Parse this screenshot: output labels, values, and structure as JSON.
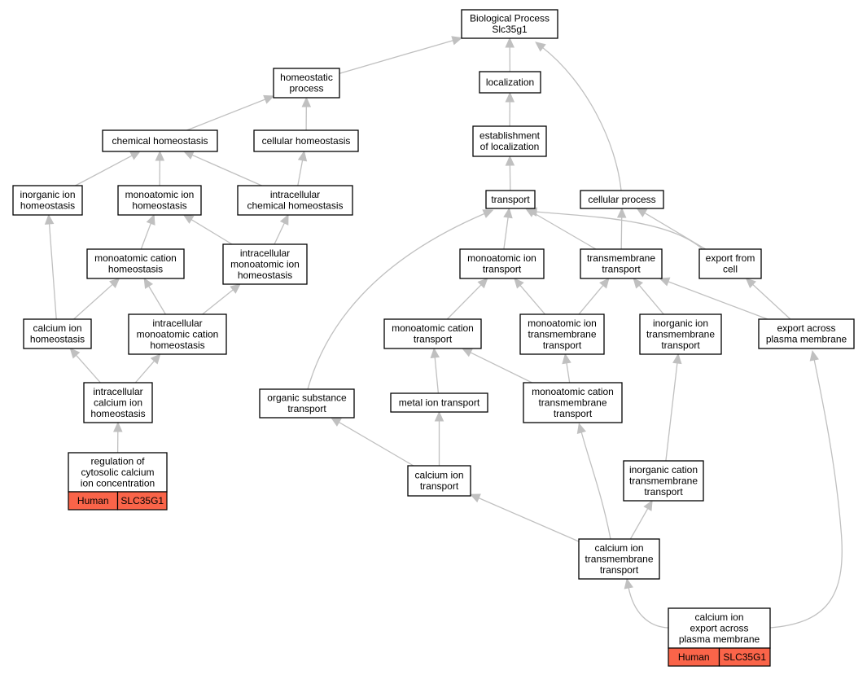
{
  "colors": {
    "edge": "#c0c0c0",
    "node_border": "#000000",
    "node_fill": "#ffffff",
    "annotation_fill": "#fa6449"
  },
  "nodes": [
    {
      "id": "biological-process",
      "lines": [
        "Biological Process",
        "Slc35g1"
      ]
    },
    {
      "id": "localization",
      "lines": [
        "localization"
      ]
    },
    {
      "id": "homeostatic-process",
      "lines": [
        "homeostatic",
        "process"
      ]
    },
    {
      "id": "establishment-of-localization",
      "lines": [
        "establishment",
        "of localization"
      ]
    },
    {
      "id": "chemical-homeostasis",
      "lines": [
        "chemical homeostasis"
      ]
    },
    {
      "id": "cellular-homeostasis",
      "lines": [
        "cellular homeostasis"
      ]
    },
    {
      "id": "inorganic-ion-homeostasis",
      "lines": [
        "inorganic ion",
        "homeostasis"
      ]
    },
    {
      "id": "monoatomic-ion-homeostasis",
      "lines": [
        "monoatomic ion",
        "homeostasis"
      ]
    },
    {
      "id": "intracellular-chemical-homeostasis",
      "lines": [
        "intracellular",
        "chemical homeostasis"
      ]
    },
    {
      "id": "transport",
      "lines": [
        "transport"
      ]
    },
    {
      "id": "cellular-process",
      "lines": [
        "cellular process"
      ]
    },
    {
      "id": "monoatomic-cation-homeostasis",
      "lines": [
        "monoatomic cation",
        "homeostasis"
      ]
    },
    {
      "id": "intracellular-monoatomic-ion-homeostasis",
      "lines": [
        "intracellular",
        "monoatomic ion",
        "homeostasis"
      ]
    },
    {
      "id": "monoatomic-ion-transport",
      "lines": [
        "monoatomic ion",
        "transport"
      ]
    },
    {
      "id": "transmembrane-transport",
      "lines": [
        "transmembrane",
        "transport"
      ]
    },
    {
      "id": "export-from-cell",
      "lines": [
        "export from",
        "cell"
      ]
    },
    {
      "id": "calcium-ion-homeostasis",
      "lines": [
        "calcium ion",
        "homeostasis"
      ]
    },
    {
      "id": "intracellular-monoatomic-cation-homeostasis",
      "lines": [
        "intracellular",
        "monoatomic cation",
        "homeostasis"
      ]
    },
    {
      "id": "monoatomic-cation-transport",
      "lines": [
        "monoatomic cation",
        "transport"
      ]
    },
    {
      "id": "monoatomic-ion-transmembrane-transport",
      "lines": [
        "monoatomic ion",
        "transmembrane",
        "transport"
      ]
    },
    {
      "id": "inorganic-ion-transmembrane-transport",
      "lines": [
        "inorganic ion",
        "transmembrane",
        "transport"
      ]
    },
    {
      "id": "export-across-plasma-membrane",
      "lines": [
        "export across",
        "plasma membrane"
      ]
    },
    {
      "id": "intracellular-calcium-ion-homeostasis",
      "lines": [
        "intracellular",
        "calcium ion",
        "homeostasis"
      ]
    },
    {
      "id": "organic-substance-transport",
      "lines": [
        "organic substance",
        "transport"
      ]
    },
    {
      "id": "metal-ion-transport",
      "lines": [
        "metal ion transport"
      ]
    },
    {
      "id": "monoatomic-cation-transmembrane-transport",
      "lines": [
        "monoatomic cation",
        "transmembrane",
        "transport"
      ]
    },
    {
      "id": "regulation-of-cytosolic-calcium-ion-concentration",
      "lines": [
        "regulation of",
        "cytosolic calcium",
        "ion concentration"
      ],
      "tags": [
        "Human",
        "SLC35G1"
      ]
    },
    {
      "id": "calcium-ion-transport",
      "lines": [
        "calcium ion",
        "transport"
      ]
    },
    {
      "id": "inorganic-cation-transmembrane-transport",
      "lines": [
        "inorganic cation",
        "transmembrane",
        "transport"
      ]
    },
    {
      "id": "calcium-ion-transmembrane-transport",
      "lines": [
        "calcium ion",
        "transmembrane",
        "transport"
      ]
    },
    {
      "id": "calcium-ion-export-across-plasma-membrane",
      "lines": [
        "calcium ion",
        "export across",
        "plasma membrane"
      ],
      "tags": [
        "Human",
        "SLC35G1"
      ]
    }
  ],
  "edges": [
    {
      "from": "homeostatic-process",
      "to": "biological-process"
    },
    {
      "from": "localization",
      "to": "biological-process"
    },
    {
      "from": "cellular-process",
      "to": "biological-process"
    },
    {
      "from": "establishment-of-localization",
      "to": "localization"
    },
    {
      "from": "transport",
      "to": "establishment-of-localization"
    },
    {
      "from": "chemical-homeostasis",
      "to": "homeostatic-process"
    },
    {
      "from": "cellular-homeostasis",
      "to": "homeostatic-process"
    },
    {
      "from": "inorganic-ion-homeostasis",
      "to": "chemical-homeostasis"
    },
    {
      "from": "monoatomic-ion-homeostasis",
      "to": "chemical-homeostasis"
    },
    {
      "from": "intracellular-chemical-homeostasis",
      "to": "chemical-homeostasis"
    },
    {
      "from": "intracellular-chemical-homeostasis",
      "to": "cellular-homeostasis"
    },
    {
      "from": "monoatomic-cation-homeostasis",
      "to": "monoatomic-ion-homeostasis"
    },
    {
      "from": "intracellular-monoatomic-ion-homeostasis",
      "to": "monoatomic-ion-homeostasis"
    },
    {
      "from": "intracellular-monoatomic-ion-homeostasis",
      "to": "intracellular-chemical-homeostasis"
    },
    {
      "from": "calcium-ion-homeostasis",
      "to": "inorganic-ion-homeostasis"
    },
    {
      "from": "calcium-ion-homeostasis",
      "to": "monoatomic-cation-homeostasis"
    },
    {
      "from": "intracellular-monoatomic-cation-homeostasis",
      "to": "monoatomic-cation-homeostasis"
    },
    {
      "from": "intracellular-monoatomic-cation-homeostasis",
      "to": "intracellular-monoatomic-ion-homeostasis"
    },
    {
      "from": "intracellular-calcium-ion-homeostasis",
      "to": "calcium-ion-homeostasis"
    },
    {
      "from": "intracellular-calcium-ion-homeostasis",
      "to": "intracellular-monoatomic-cation-homeostasis"
    },
    {
      "from": "regulation-of-cytosolic-calcium-ion-concentration",
      "to": "intracellular-calcium-ion-homeostasis"
    },
    {
      "from": "monoatomic-ion-transport",
      "to": "transport"
    },
    {
      "from": "transmembrane-transport",
      "to": "transport"
    },
    {
      "from": "export-from-cell",
      "to": "transport"
    },
    {
      "from": "organic-substance-transport",
      "to": "transport"
    },
    {
      "from": "transmembrane-transport",
      "to": "cellular-process"
    },
    {
      "from": "export-from-cell",
      "to": "cellular-process"
    },
    {
      "from": "monoatomic-cation-transport",
      "to": "monoatomic-ion-transport"
    },
    {
      "from": "monoatomic-ion-transmembrane-transport",
      "to": "monoatomic-ion-transport"
    },
    {
      "from": "monoatomic-ion-transmembrane-transport",
      "to": "transmembrane-transport"
    },
    {
      "from": "inorganic-ion-transmembrane-transport",
      "to": "transmembrane-transport"
    },
    {
      "from": "export-across-plasma-membrane",
      "to": "transmembrane-transport"
    },
    {
      "from": "export-across-plasma-membrane",
      "to": "export-from-cell"
    },
    {
      "from": "metal-ion-transport",
      "to": "monoatomic-cation-transport"
    },
    {
      "from": "monoatomic-cation-transmembrane-transport",
      "to": "monoatomic-cation-transport"
    },
    {
      "from": "monoatomic-cation-transmembrane-transport",
      "to": "monoatomic-ion-transmembrane-transport"
    },
    {
      "from": "inorganic-cation-transmembrane-transport",
      "to": "inorganic-ion-transmembrane-transport"
    },
    {
      "from": "calcium-ion-transport",
      "to": "organic-substance-transport"
    },
    {
      "from": "calcium-ion-transport",
      "to": "metal-ion-transport"
    },
    {
      "from": "calcium-ion-transmembrane-transport",
      "to": "calcium-ion-transport"
    },
    {
      "from": "calcium-ion-transmembrane-transport",
      "to": "monoatomic-cation-transmembrane-transport"
    },
    {
      "from": "calcium-ion-transmembrane-transport",
      "to": "inorganic-cation-transmembrane-transport"
    },
    {
      "from": "calcium-ion-export-across-plasma-membrane",
      "to": "calcium-ion-transmembrane-transport"
    },
    {
      "from": "calcium-ion-export-across-plasma-membrane",
      "to": "export-across-plasma-membrane"
    }
  ]
}
